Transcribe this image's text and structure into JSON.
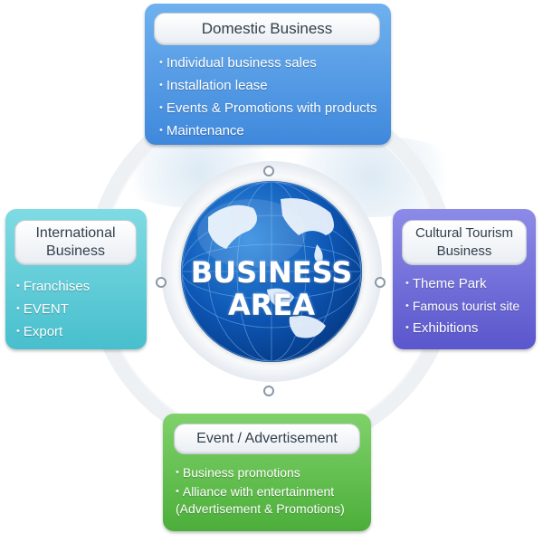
{
  "center": {
    "line1": "BUSINESS",
    "line2": "AREA"
  },
  "boxes": {
    "domestic": {
      "title": "Domestic Business",
      "items": [
        "Individual business sales",
        "Installation lease",
        "Events & Promotions with products",
        "Maintenance"
      ],
      "color": "#4f95e2"
    },
    "international": {
      "title_line1": "International",
      "title_line2": "Business",
      "items": [
        "Franchises",
        "EVENT",
        "Export"
      ],
      "color": "#5cc8d4"
    },
    "cultural": {
      "title_line1": "Cultural Tourism",
      "title_line2": "Business",
      "items": [
        "Theme Park",
        "Famous tourist site",
        "Exhibitions"
      ],
      "color": "#6a67d6"
    },
    "event": {
      "title": "Event / Advertisement",
      "items": [
        "Business promotions",
        "Alliance with entertainment",
        "(Advertisement & Promotions)"
      ],
      "color": "#5dbb48"
    }
  },
  "bullet": "•",
  "icons": {
    "connector": "connector-dot-icon",
    "globe": "globe-icon"
  }
}
